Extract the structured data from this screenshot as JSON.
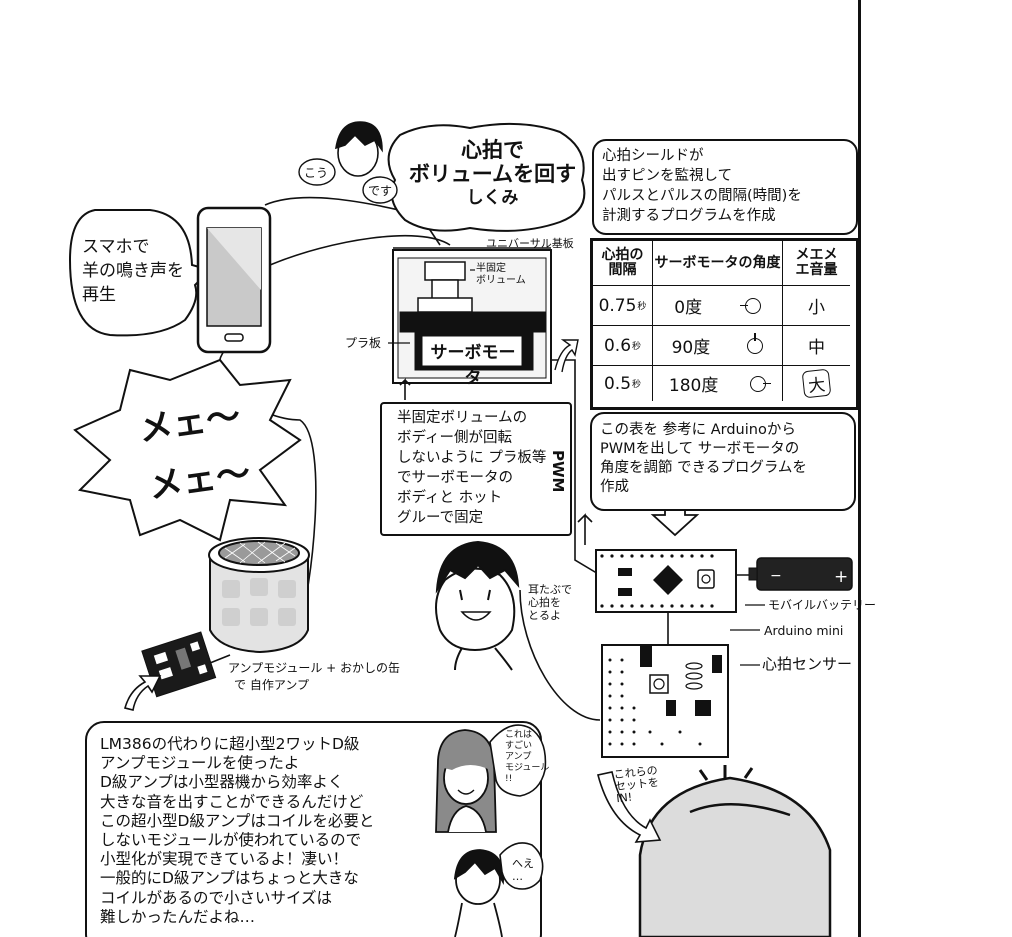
{
  "title_bubble": {
    "lines": [
      "心拍で",
      "ボリュームを回す",
      "しくみ"
    ]
  },
  "boy_bubbles": {
    "left": "こう",
    "right": "です"
  },
  "phone_bubble": {
    "lines": [
      "スマホで",
      "羊の鳴き声を",
      "再生"
    ]
  },
  "sheep_sound": {
    "line1": "メェ〜",
    "line2": "メェ〜"
  },
  "board_labels": {
    "universal_board": "ユニバーサル基板",
    "semi_fixed_volume": [
      "半固定",
      "ボリューム"
    ],
    "plastic_board": "プラ板",
    "servo_motor": "サーボモータ"
  },
  "fix_note": {
    "lines": [
      "半固定ボリュームの",
      "ボディー側が回転",
      "しないように プラ板等",
      "でサーボモータの",
      "ボディと ホット",
      "グルーで固定"
    ]
  },
  "pwm_label": "PWM",
  "heartbeat_note": {
    "lines": [
      "心拍シールドが",
      "出すピンを監視して",
      "パルスとパルスの間隔(時間)を",
      "計測するプログラムを作成"
    ]
  },
  "table": {
    "headers": [
      "心拍の間隔",
      "サーボモータの角度",
      "メエメエ音量"
    ],
    "rows": [
      {
        "interval": "0.75",
        "unit": "秒",
        "angle": "0度",
        "volume": "小"
      },
      {
        "interval": "0.6",
        "unit": "秒",
        "angle": "90度",
        "volume": "中"
      },
      {
        "interval": "0.5",
        "unit": "秒",
        "angle": "180度",
        "volume": "大"
      }
    ]
  },
  "arduino_note": {
    "lines": [
      "この表を 参考に Arduinoから",
      "PWMを出して サーボモータの",
      "角度を調節 できるプログラムを",
      "作成"
    ]
  },
  "component_labels": {
    "battery": "モバイルバッテリー",
    "arduino": "Arduino mini",
    "sensor": "心拍センサー",
    "ear": [
      "耳たぶで",
      "心拍を",
      "とるよ"
    ],
    "amp": [
      "アンプモジュール + おかしの缶",
      "で 自作アンプ"
    ]
  },
  "backpack_note": [
    "これらの",
    "セットを",
    "IN!"
  ],
  "girl_bubble": [
    "これは",
    "すごい",
    "アンプ",
    "モジュール",
    "!!"
  ],
  "boy2_bubble": [
    "へえ",
    "…"
  ],
  "explanation": {
    "lines": [
      "LM386の代わりに超小型2ワットD級",
      "アンプモジュールを使ったよ",
      "D級アンプは小型器機から効率よく",
      "大きな音を出すことができるんだけど",
      "この超小型D級アンプはコイルを必要と",
      "しないモジュールが使われているので",
      "小型化が実現できているよ！凄い！",
      "一般的にD級アンプはちょっと大きな",
      "コイルがあるので小さいサイズは",
      "難しかったんだよね…"
    ]
  }
}
